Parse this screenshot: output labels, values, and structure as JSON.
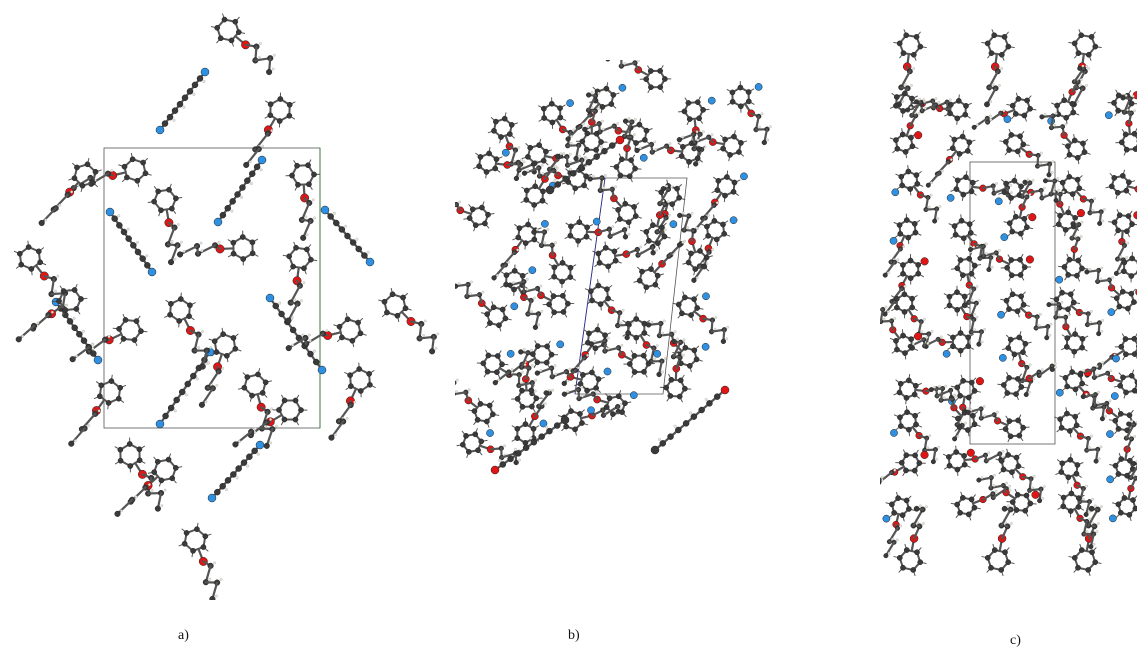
{
  "figure": {
    "panels": [
      {
        "id": "a",
        "label": "a)",
        "view": "packing-diagram"
      },
      {
        "id": "b",
        "label": "b)",
        "view": "packing-diagram"
      },
      {
        "id": "c",
        "label": "c)",
        "view": "packing-diagram"
      }
    ]
  },
  "atom_colors": {
    "carbon": "#3a3a3a",
    "oxygen": "#e01515",
    "nitrogen": "#2f8fe0",
    "hydrogen": "#e8e8d8",
    "bond": "#555555",
    "unit_cell": "#555555",
    "unit_cell_axis_b": "#2a7a2a",
    "unit_cell_axis_a": "#c02020"
  }
}
